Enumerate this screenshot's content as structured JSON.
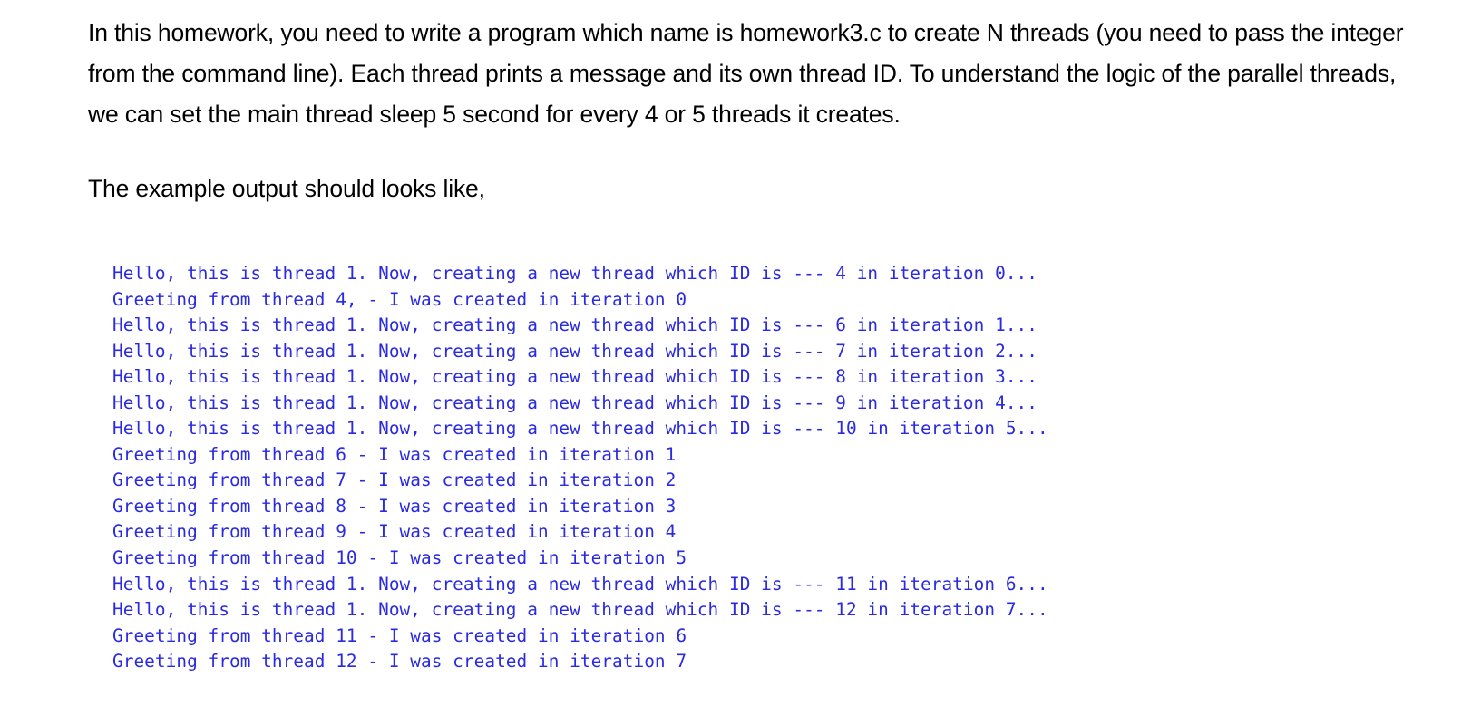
{
  "document": {
    "background_color": "#ffffff",
    "text_color": "#000000",
    "code_color": "#2a2ae0",
    "paragraphs": {
      "intro": "In this homework, you need to write a program which name is homework3.c to create N threads (you need to pass the integer from the command line). Each thread prints a message and its own thread ID. To understand the logic of the parallel threads, we can set the main thread sleep 5 second for every 4 or 5 threads it creates.",
      "example_intro": "The example output should looks like,"
    },
    "code_block": {
      "language": "console-output",
      "lines": [
        "Hello, this is thread 1. Now, creating a new thread which ID is --- 4 in iteration 0...",
        "Greeting from thread 4, - I was created in iteration 0",
        "Hello, this is thread 1. Now, creating a new thread which ID is --- 6 in iteration 1...",
        "Hello, this is thread 1. Now, creating a new thread which ID is --- 7 in iteration 2...",
        "Hello, this is thread 1. Now, creating a new thread which ID is --- 8 in iteration 3...",
        "Hello, this is thread 1. Now, creating a new thread which ID is --- 9 in iteration 4...",
        "Hello, this is thread 1. Now, creating a new thread which ID is --- 10 in iteration 5...",
        "Greeting from thread 6 - I was created in iteration 1",
        "Greeting from thread 7 - I was created in iteration 2",
        "Greeting from thread 8 - I was created in iteration 3",
        "Greeting from thread 9 - I was created in iteration 4",
        "Greeting from thread 10 - I was created in iteration 5",
        "Hello, this is thread 1. Now, creating a new thread which ID is --- 11 in iteration 6...",
        "Hello, this is thread 1. Now, creating a new thread which ID is --- 12 in iteration 7...",
        "Greeting from thread 11 - I was created in iteration 6",
        "Greeting from thread 12 - I was created in iteration 7"
      ]
    }
  }
}
